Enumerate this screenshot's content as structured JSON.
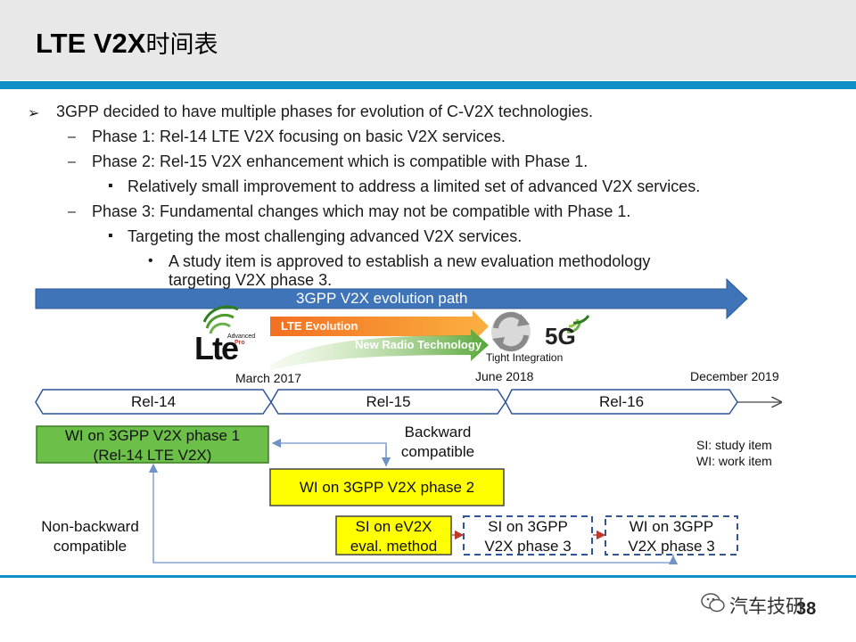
{
  "slide": {
    "title_main": "LTE V2X",
    "title_zh": "时间表",
    "page_number": "38",
    "watermark": "汽车技研"
  },
  "bullets": [
    {
      "level": 1,
      "marker": "➢",
      "text": "3GPP decided to have multiple phases for evolution of C-V2X technologies."
    },
    {
      "level": 2,
      "marker": "–",
      "text": "Phase 1: Rel-14 LTE V2X focusing on basic V2X services."
    },
    {
      "level": 2,
      "marker": "–",
      "text": "Phase 2: Rel-15 V2X enhancement which is compatible with Phase 1."
    },
    {
      "level": 3,
      "marker": "▪",
      "text": "Relatively small improvement to address a limited set of advanced V2X services."
    },
    {
      "level": 2,
      "marker": "–",
      "text": "Phase 3: Fundamental changes which may not be compatible with Phase 1."
    },
    {
      "level": 3,
      "marker": "▪",
      "text": "Targeting the most challenging advanced V2X services."
    },
    {
      "level": 4,
      "marker": "•",
      "text": "A study item is approved to establish a new evaluation methodology"
    },
    {
      "level": 4,
      "marker": "",
      "text": "targeting V2X phase 3."
    }
  ],
  "diagram": {
    "evolution_path": "3GPP V2X evolution path",
    "lte_evolution": "LTE Evolution",
    "new_radio": "New Radio Technology",
    "tight_integration": "Tight Integration",
    "lte_logo_text": "Lte",
    "lte_logo_sub1": "Advanced",
    "lte_logo_sub2": "Pro",
    "fiveg_logo_text": "5G",
    "dates": {
      "march_2017": "March 2017",
      "june_2018": "June 2018",
      "dec_2019": "December 2019"
    },
    "releases": [
      "Rel-14",
      "Rel-15",
      "Rel-16"
    ],
    "wi_phase1": {
      "line1": "WI on 3GPP V2X phase 1",
      "line2": "(Rel-14 LTE V2X)"
    },
    "wi_phase2": "WI on 3GPP V2X phase 2",
    "si_ev2x": {
      "line1": "SI on eV2X",
      "line2": "eval. method"
    },
    "si_phase3": {
      "line1": "SI on 3GPP",
      "line2": "V2X phase 3"
    },
    "wi_phase3": {
      "line1": "WI on 3GPP",
      "line2": "V2X phase 3"
    },
    "backward": {
      "line1": "Backward",
      "line2": "compatible"
    },
    "non_backward": {
      "line1": "Non-backward",
      "line2": "compatible"
    },
    "legend": {
      "si": "SI: study item",
      "wi": "WI: work item"
    },
    "colors": {
      "path_arrow": "#3f74b8",
      "lte_arrow": "#f7941d",
      "nr_arrow": "#6ab04c",
      "phase1_box": "#6cc04a",
      "phase2_box": "#ffff00",
      "accent_rule": "#0e8fc6"
    }
  }
}
